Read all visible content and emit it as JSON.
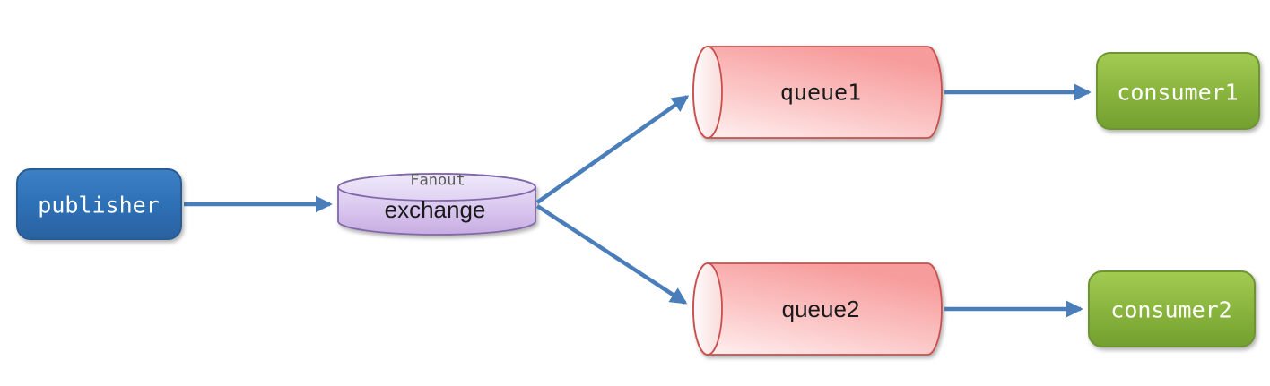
{
  "diagram": {
    "description": "fanout exchange message-queue topology",
    "nodes": {
      "publisher": {
        "label": "publisher"
      },
      "exchange": {
        "sublabel": "Fanout",
        "label": "exchange"
      },
      "queue1": {
        "label": "queue1"
      },
      "queue2": {
        "label": "queue2"
      },
      "consumer1": {
        "label": "consumer1"
      },
      "consumer2": {
        "label": "consumer2"
      }
    },
    "edges": [
      {
        "from": "publisher",
        "to": "exchange"
      },
      {
        "from": "exchange",
        "to": "queue1"
      },
      {
        "from": "exchange",
        "to": "queue2"
      },
      {
        "from": "queue1",
        "to": "consumer1"
      },
      {
        "from": "queue2",
        "to": "consumer2"
      }
    ],
    "colors": {
      "publisher_fill": "#2F72B8",
      "publisher_border": "#2A5C94",
      "consumer_fill": "#8AB53E",
      "consumer_border": "#6F9433",
      "queue_fill": "#F9A4A4",
      "queue_border": "#C9504E",
      "exchange_fill": "#D9C6EF",
      "exchange_border": "#8168A8",
      "arrow": "#4A7EBB",
      "label_dark": "#1A1A1A",
      "sublabel_gray": "#595959",
      "background": "#FFFFFF"
    }
  }
}
